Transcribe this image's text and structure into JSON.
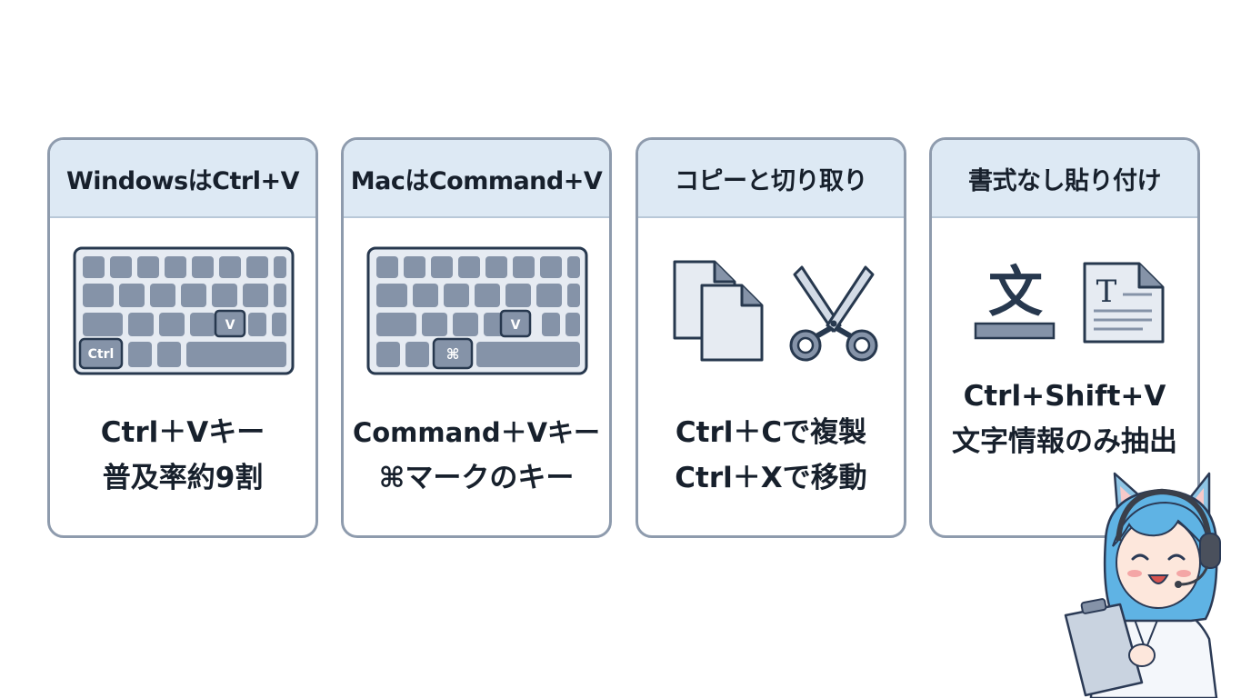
{
  "cards": [
    {
      "title": "WindowsはCtrl+V",
      "lines": [
        "Ctrl＋Vキー",
        "普及率約9割"
      ],
      "key_labels": {
        "modifier": "Ctrl",
        "letter": "V"
      },
      "icon": "keyboard-icon"
    },
    {
      "title": "MacはCommand+V",
      "lines": [
        "Command＋Vキー",
        "⌘マークのキー"
      ],
      "key_labels": {
        "modifier": "⌘",
        "letter": "V"
      },
      "icon": "keyboard-icon"
    },
    {
      "title": "コピーと切り取り",
      "lines": [
        "Ctrl＋Cで複製",
        "Ctrl＋Xで移動"
      ],
      "icons": [
        "copy-documents-icon",
        "scissors-icon"
      ]
    },
    {
      "title": "書式なし貼り付け",
      "lines": [
        "Ctrl+Shift+V",
        "文字情報のみ抽出"
      ],
      "icon_labels": {
        "plain_text": "文",
        "text_doc": "T"
      },
      "icons": [
        "plain-text-icon",
        "text-document-icon"
      ]
    }
  ],
  "colors": {
    "border": "#8e9bad",
    "header_bg": "#dde9f4",
    "key_fill": "#8593a8",
    "key_dark": "#27384e",
    "text": "#17202c"
  },
  "mascot": {
    "icon": "cat-ear-headset-girl-with-clipboard"
  }
}
